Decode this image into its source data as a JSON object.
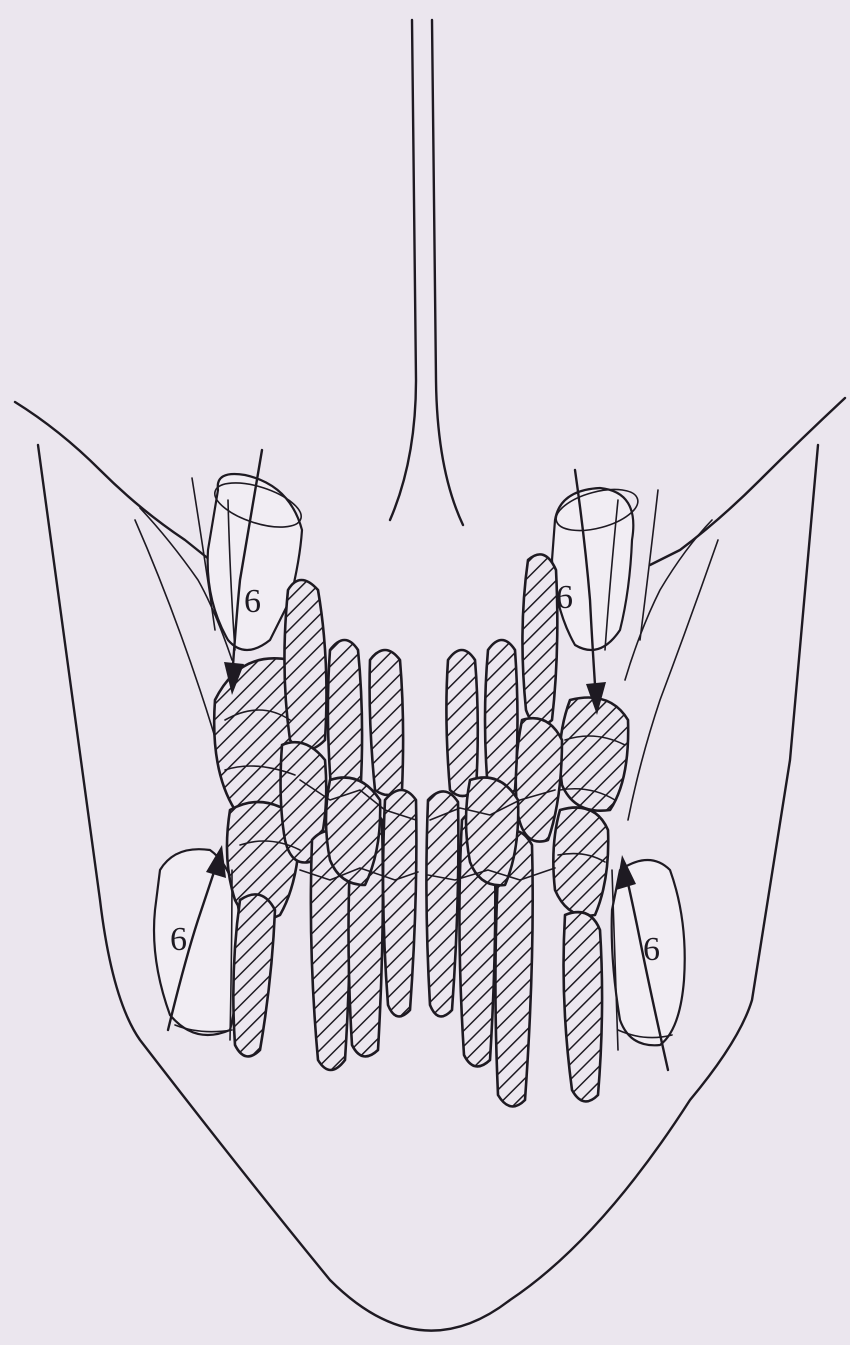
{
  "diagram": {
    "tooth_labels": {
      "upper_left": "6",
      "upper_right": "6",
      "lower_left": "6",
      "lower_right": "6"
    }
  },
  "colors": {
    "background": "#ebe6ee",
    "ink": "#1e1a22"
  }
}
